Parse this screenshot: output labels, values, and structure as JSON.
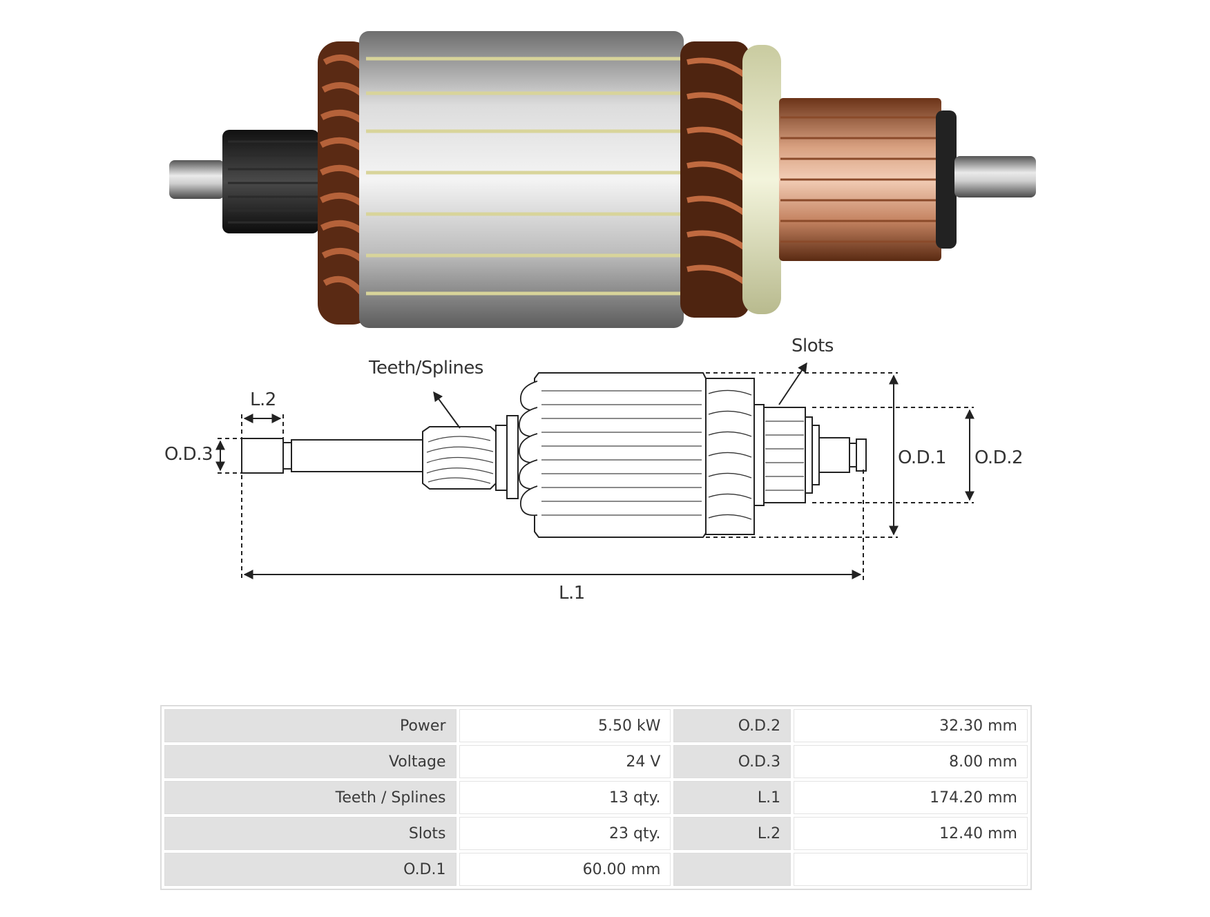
{
  "diagram": {
    "labels": {
      "teeth_splines": "Teeth/Splines",
      "slots": "Slots",
      "l2": "L.2",
      "od3": "O.D.3",
      "od1": "O.D.1",
      "od2": "O.D.2",
      "l1": "L.1"
    }
  },
  "specs": {
    "rows": [
      {
        "k1": "Power",
        "v1": "5.50 kW",
        "k2": "O.D.2",
        "v2": "32.30 mm"
      },
      {
        "k1": "Voltage",
        "v1": "24 V",
        "k2": "O.D.3",
        "v2": "8.00 mm"
      },
      {
        "k1": "Teeth / Splines",
        "v1": "13 qty.",
        "k2": "L.1",
        "v2": "174.20 mm"
      },
      {
        "k1": "Slots",
        "v1": "23 qty.",
        "k2": "L.2",
        "v2": "12.40 mm"
      },
      {
        "k1": "O.D.1",
        "v1": "60.00 mm",
        "k2": "",
        "v2": ""
      }
    ]
  }
}
